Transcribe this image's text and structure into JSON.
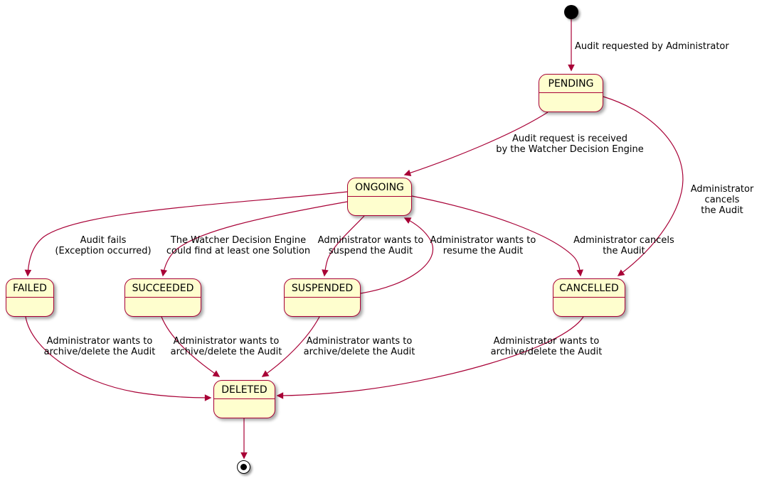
{
  "colors": {
    "node_fill": "#FEFECE",
    "node_border": "#A80036",
    "edge_color": "#A80036",
    "text_color": "#000000"
  },
  "nodes": {
    "pending": {
      "label": "PENDING"
    },
    "ongoing": {
      "label": "ONGOING"
    },
    "failed": {
      "label": "FAILED"
    },
    "succeeded": {
      "label": "SUCCEEDED"
    },
    "suspended": {
      "label": "SUSPENDED"
    },
    "cancelled": {
      "label": "CANCELLED"
    },
    "deleted": {
      "label": "DELETED"
    }
  },
  "edges": {
    "initial_to_pending": {
      "label": "Audit requested by Administrator"
    },
    "pending_to_ongoing": {
      "label": "Audit request is received\nby the Watcher Decision Engine"
    },
    "pending_to_cancelled": {
      "label": "Administrator cancels\nthe Audit"
    },
    "ongoing_to_failed": {
      "label": "Audit fails\n(Exception occurred)"
    },
    "ongoing_to_succeeded": {
      "label": "The Watcher Decision Engine\ncould find at least one Solution"
    },
    "ongoing_to_suspended": {
      "label": "Administrator wants to\nsuspend the Audit"
    },
    "suspended_to_ongoing": {
      "label": "Administrator wants to\nresume the Audit"
    },
    "ongoing_to_cancelled": {
      "label": "Administrator cancels\nthe Audit"
    },
    "failed_to_deleted": {
      "label": "Administrator wants to\narchive/delete the Audit"
    },
    "succeeded_to_deleted": {
      "label": "Administrator wants to\narchive/delete the Audit"
    },
    "suspended_to_deleted": {
      "label": "Administrator wants to\narchive/delete the Audit"
    },
    "cancelled_to_deleted": {
      "label": "Administrator wants to\narchive/delete the Audit"
    }
  }
}
